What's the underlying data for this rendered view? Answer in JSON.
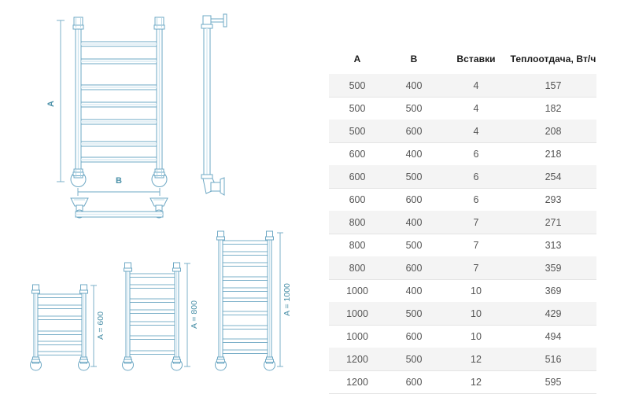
{
  "drawing": {
    "product": "heated-towel-rail",
    "line_color": "#7fb3cc",
    "line_color_dark": "#5a93ad",
    "labels": {
      "height_label": "A",
      "width_label": "B",
      "variant_600": "A = 600",
      "variant_800": "A = 800",
      "variant_1000": "A = 1000"
    },
    "views": [
      {
        "name": "front-view",
        "label": "A",
        "secondary_label": "B",
        "rungs": 7
      },
      {
        "name": "side-view",
        "label": "",
        "rungs": 0
      },
      {
        "name": "bottom-view",
        "label": "",
        "rungs": 0
      }
    ],
    "variants": [
      {
        "name": "variant-600",
        "label": "A = 600",
        "rungs": 6
      },
      {
        "name": "variant-800",
        "label": "A = 800",
        "rungs": 7
      },
      {
        "name": "variant-1000",
        "label": "A = 1000",
        "rungs": 10
      }
    ]
  },
  "table": {
    "headers": [
      "A",
      "B",
      "Вставки",
      "Теплоотдача, Вт/ч"
    ],
    "rows": [
      [
        "500",
        "400",
        "4",
        "157"
      ],
      [
        "500",
        "500",
        "4",
        "182"
      ],
      [
        "500",
        "600",
        "4",
        "208"
      ],
      [
        "600",
        "400",
        "6",
        "218"
      ],
      [
        "600",
        "500",
        "6",
        "254"
      ],
      [
        "600",
        "600",
        "6",
        "293"
      ],
      [
        "800",
        "400",
        "7",
        "271"
      ],
      [
        "800",
        "500",
        "7",
        "313"
      ],
      [
        "800",
        "600",
        "7",
        "359"
      ],
      [
        "1000",
        "400",
        "10",
        "369"
      ],
      [
        "1000",
        "500",
        "10",
        "429"
      ],
      [
        "1000",
        "600",
        "10",
        "494"
      ],
      [
        "1200",
        "500",
        "12",
        "516"
      ],
      [
        "1200",
        "600",
        "12",
        "595"
      ]
    ]
  }
}
